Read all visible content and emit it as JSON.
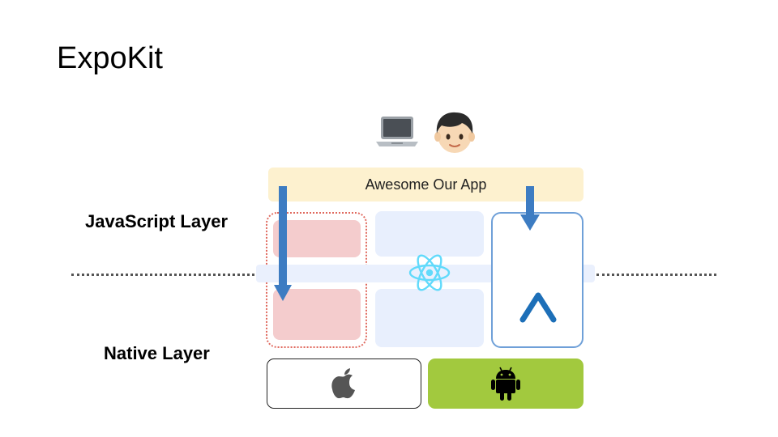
{
  "slide": {
    "title": "ExpoKit",
    "javascript_layer_label": "JavaScript Layer",
    "native_layer_label": "Native Layer",
    "app_label": "Awesome Our App"
  },
  "icons": {
    "top_left": "laptop-icon",
    "top_right": "boy-face-icon",
    "center": "react-atom-icon",
    "expo": "expo-chevron-icon",
    "ios": "apple-logo-icon",
    "android": "android-robot-icon"
  },
  "colors": {
    "app_bar": "#fdf1cf",
    "pink_block": "#f4cccd",
    "light_block": "#e8effd",
    "arrow": "#3d7cc2",
    "react": "#61dafb",
    "android_bg": "#a2c93e",
    "expo_border": "#6fa0d8",
    "dotted_border": "#e06a5f"
  }
}
